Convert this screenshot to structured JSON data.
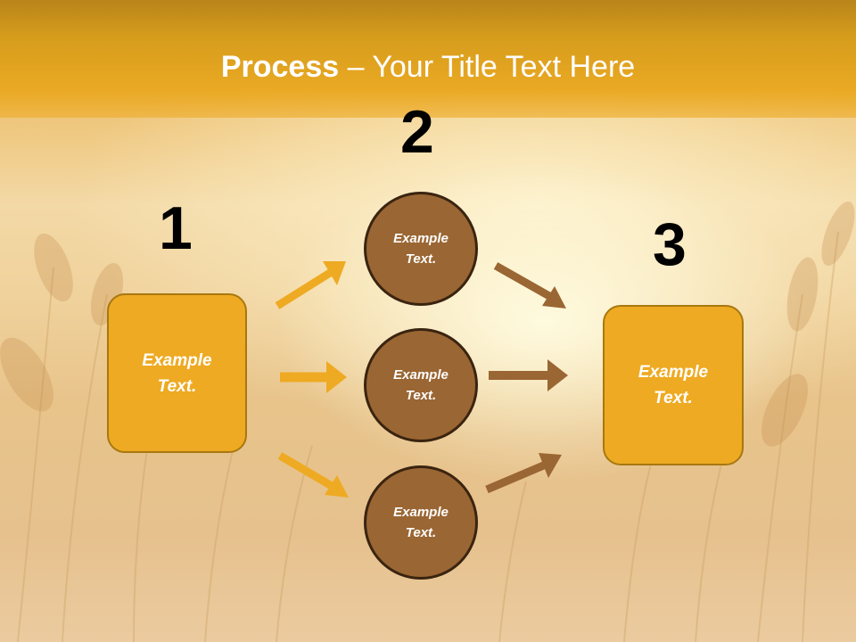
{
  "title": {
    "bold": "Process",
    "rest": " – Your Title Text Here"
  },
  "steps": {
    "n1": "1",
    "n2": "2",
    "n3": "3"
  },
  "box_left": {
    "text": "Example Text."
  },
  "box_right": {
    "text": "Example Text."
  },
  "circles": [
    {
      "text": "Example Text."
    },
    {
      "text": "Example Text."
    },
    {
      "text": "Example Text."
    }
  ],
  "colors": {
    "header": "#eaa923",
    "box_fill": "#eeaa22",
    "circle_fill": "#9a6633",
    "arrow_gold": "#eeaa22",
    "arrow_brown": "#9a6633"
  }
}
